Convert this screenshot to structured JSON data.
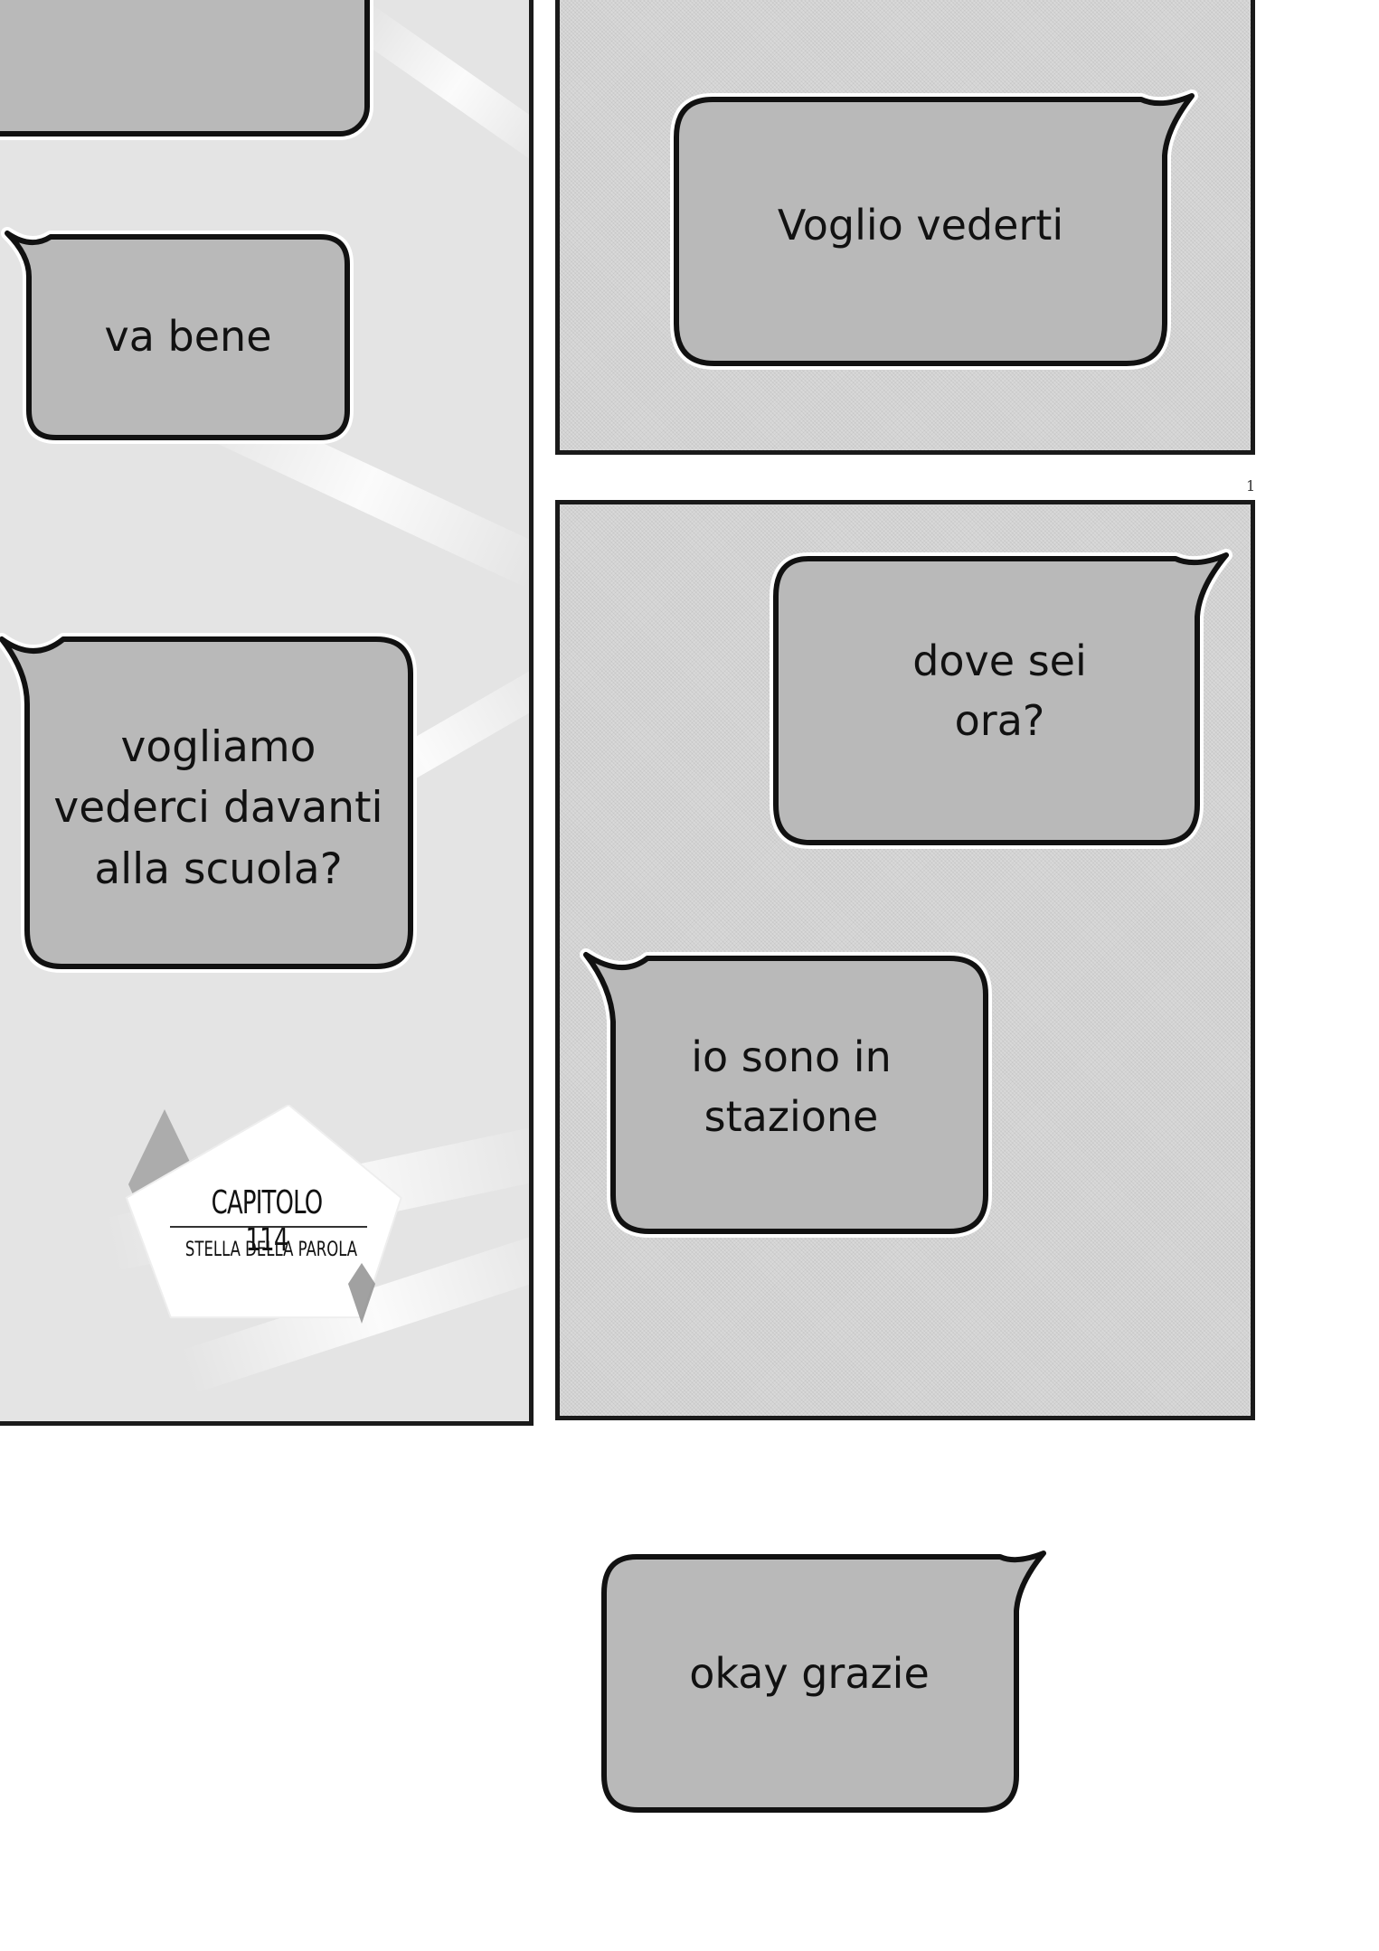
{
  "page": {
    "number": "1"
  },
  "bubbles": {
    "top_left": "",
    "va_bene": "va bene",
    "vogliamo": "vogliamo\nvederci davanti\nalla scuola?",
    "voglio_vederti": "Voglio vederti",
    "dove_sei": "dove sei\nora?",
    "io_sono": "io sono in\nstazione",
    "okay_grazie": "okay grazie"
  },
  "chapter": {
    "title": "CAPITOLO 114",
    "subtitle": "STELLA DELLA PAROLA"
  },
  "colors": {
    "bubble_fill": "#b9b9b9",
    "bubble_stroke": "#111111",
    "panel_border": "#1a1a1a"
  }
}
